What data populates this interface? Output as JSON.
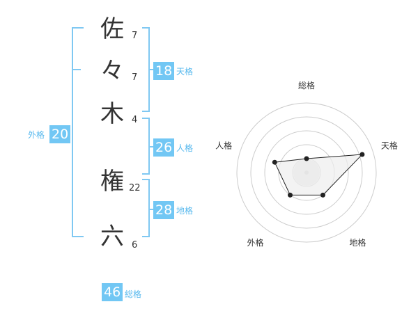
{
  "name": {
    "characters": [
      {
        "char": "佐",
        "strokes": "7"
      },
      {
        "char": "々",
        "strokes": "7"
      },
      {
        "char": "木",
        "strokes": "4"
      },
      {
        "char": "権",
        "strokes": "22"
      },
      {
        "char": "六",
        "strokes": "6"
      }
    ]
  },
  "kakusu": {
    "tenkaku": {
      "value": "18",
      "label": "天格"
    },
    "jinkaku": {
      "value": "26",
      "label": "人格"
    },
    "chikaku": {
      "value": "28",
      "label": "地格"
    },
    "gaikaku": {
      "value": "20",
      "label": "外格"
    },
    "soukaku": {
      "value": "46",
      "label": "総格"
    }
  },
  "chart_data": {
    "type": "radar",
    "axes": [
      "総格",
      "天格",
      "地格",
      "外格",
      "人格"
    ],
    "values": [
      0.2,
      0.84,
      0.4,
      0.4,
      0.48
    ],
    "colors": {
      "line": "#222222",
      "fill": "#eeeeee",
      "grid": "#cccccc",
      "center": "#cccccc"
    }
  },
  "colors": {
    "accent": "#72c7f4",
    "accent_text": "#58b9ee",
    "bracket": "#7fc8f2"
  }
}
